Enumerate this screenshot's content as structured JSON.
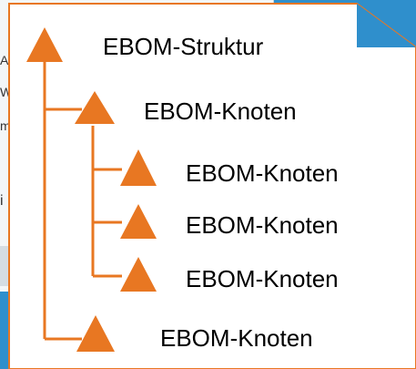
{
  "background": {
    "fragments": [
      "A",
      "W",
      "m",
      "i"
    ]
  },
  "tree": {
    "root": {
      "label": "EBOM-Struktur"
    },
    "children": [
      {
        "label": "EBOM-Knoten",
        "children": [
          {
            "label": "EBOM-Knoten"
          },
          {
            "label": "EBOM-Knoten"
          },
          {
            "label": "EBOM-Knoten"
          }
        ]
      },
      {
        "label": "EBOM-Knoten"
      }
    ]
  },
  "colors": {
    "triangle": "#e87722",
    "connector": "#e87722",
    "callout_fill": "#ffffff",
    "callout_border": "#e87722",
    "backdrop": "#2f8fcc"
  },
  "icons": {
    "node": "triangle-icon"
  }
}
